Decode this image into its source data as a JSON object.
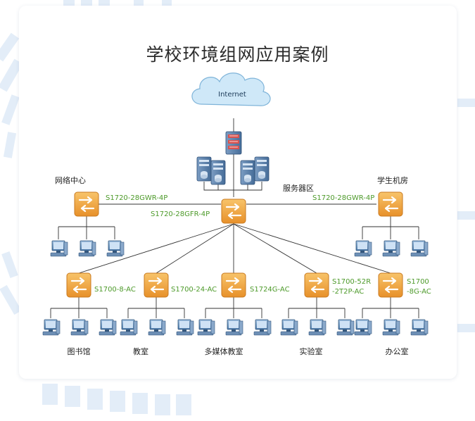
{
  "title": "学校环境组网应用案例",
  "internet_label": "Internet",
  "areas": {
    "network_center": "网络中心",
    "server_zone": "服务器区",
    "student_lab": "学生机房",
    "library": "图书馆",
    "classroom": "教室",
    "multimedia": "多媒体教室",
    "laboratory": "实验室",
    "office": "办公室"
  },
  "models": {
    "left_link": "S1720-28GWR-4P",
    "core": "S1720-28GFR-4P",
    "right_link": "S1720-28GWR-4P",
    "library": "S1700-8-AC",
    "classroom": "S1700-24-AC",
    "multimedia": "S1724G-AC",
    "lab_line1": "S1700-52R",
    "lab_line2": "-2T2P-AC",
    "office_line1": "S1700",
    "office_line2": "-8G-AC"
  },
  "colors": {
    "switch_orange": "#f0a43a",
    "model_green": "#4d9a2a",
    "server_blue": "#5a7fa8",
    "cloud_blue": "#bfe0f5"
  }
}
